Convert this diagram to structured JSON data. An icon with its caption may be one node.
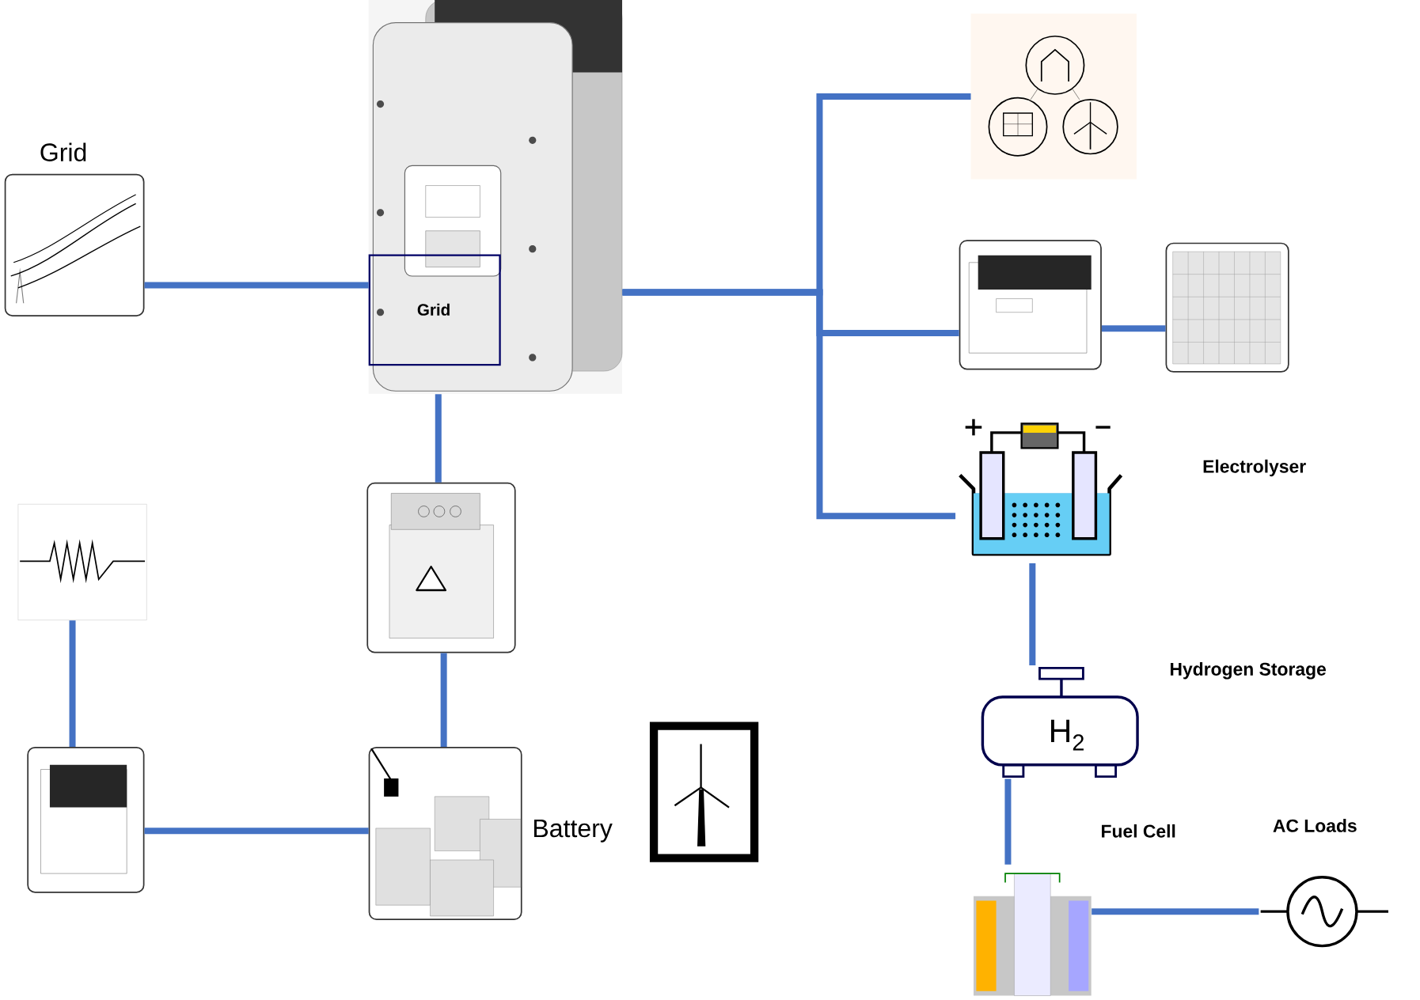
{
  "diagram": {
    "nodes": [
      {
        "text": [
          "Grid"
        ]
      },
      {
        "text": [],
        "shape": "picture"
      },
      {
        "text": [
          "Grid"
        ],
        "in": 1
      },
      {
        "text": [],
        "shape": "picture"
      },
      {
        "text": [],
        "shape": "picture"
      },
      {
        "text": [],
        "shape": "picture"
      },
      {
        "text": [
          "Electrolyser"
        ]
      },
      {
        "text": [
          "Hydrogen Storage",
          "H$_{2}$"
        ]
      },
      {
        "text": [
          "Fuel Cell"
        ]
      },
      {
        "text": [
          "AC Loads"
        ]
      },
      {
        "text": [],
        "shape": "picture"
      },
      {
        "text": [],
        "shape": "picture"
      },
      {
        "text": [],
        "shape": "picture"
      },
      {
        "text": [
          "Battery"
        ]
      },
      {
        "text": [],
        "shape": "picture"
      }
    ],
    "edges": [
      {
        "from": 0,
        "to": 1,
        "arrow": "none"
      },
      {
        "from": 1,
        "to": 3,
        "arrow": "none"
      },
      {
        "from": 1,
        "to": 4,
        "arrow": "none"
      },
      {
        "from": 1,
        "to": 6,
        "arrow": "none"
      },
      {
        "from": 4,
        "to": 5,
        "arrow": "none"
      },
      {
        "from": 1,
        "to": 12,
        "arrow": "none"
      },
      {
        "from": 12,
        "to": 13,
        "arrow": "none"
      },
      {
        "from": 10,
        "to": 11,
        "arrow": "none"
      },
      {
        "from": 11,
        "to": 13,
        "arrow": "none"
      },
      {
        "from": 6,
        "to": 7,
        "arrow": "none"
      },
      {
        "from": 7,
        "to": 8,
        "arrow": "none"
      },
      {
        "from": 8,
        "to": 9,
        "arrow": "none"
      }
    ]
  }
}
